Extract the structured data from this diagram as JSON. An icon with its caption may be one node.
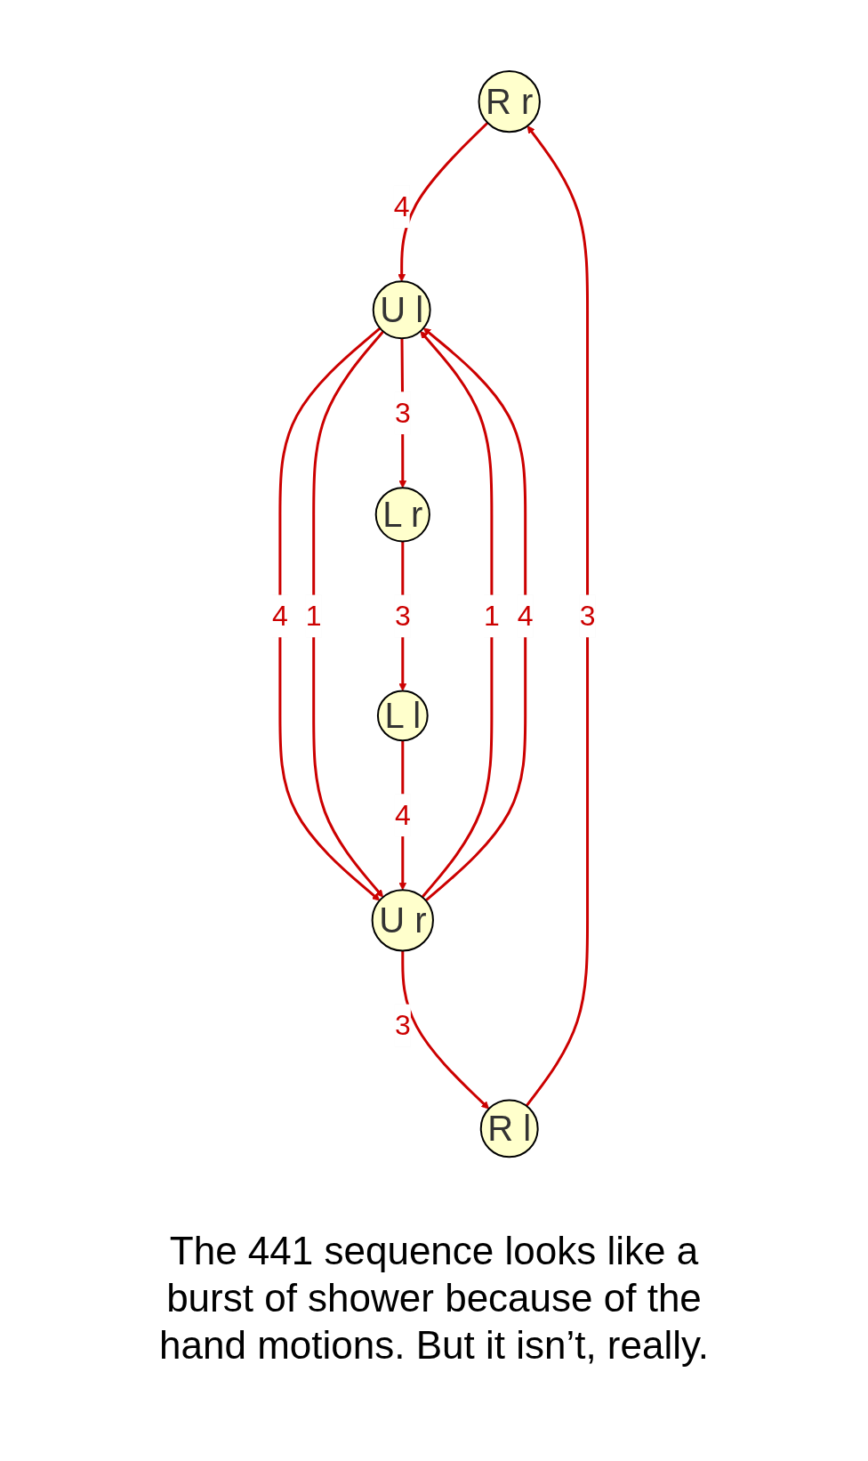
{
  "diagram": {
    "nodes": [
      {
        "text": [
          "R r"
        ]
      },
      {
        "text": [
          "R l"
        ]
      },
      {
        "text": [
          "U l"
        ]
      },
      {
        "text": [
          "U r"
        ]
      },
      {
        "text": [
          "L r"
        ]
      },
      {
        "text": [
          "L l"
        ]
      }
    ],
    "edges": [
      {
        "from": 3,
        "to": 1,
        "arrow": "to",
        "label": "3"
      },
      {
        "from": 1,
        "to": 0,
        "arrow": "to",
        "label": "3"
      },
      {
        "from": 0,
        "to": 2,
        "arrow": "to",
        "label": "4"
      },
      {
        "from": 2,
        "to": 3,
        "arrow": "to",
        "label": "4"
      },
      {
        "from": 3,
        "to": 2,
        "arrow": "to",
        "label": "1"
      },
      {
        "from": 2,
        "to": 3,
        "arrow": "to",
        "label": "1"
      },
      {
        "from": 2,
        "to": 4,
        "arrow": "to",
        "label": "3"
      },
      {
        "from": 4,
        "to": 5,
        "arrow": "to",
        "label": "3"
      },
      {
        "from": 5,
        "to": 3,
        "arrow": "to",
        "label": "4"
      },
      {
        "from": 3,
        "to": 2,
        "arrow": "to",
        "label": "4"
      }
    ],
    "labels": [
      "The 441 sequence looks like a burst of shower because of the hand motions. But it isn’t, really."
    ]
  }
}
